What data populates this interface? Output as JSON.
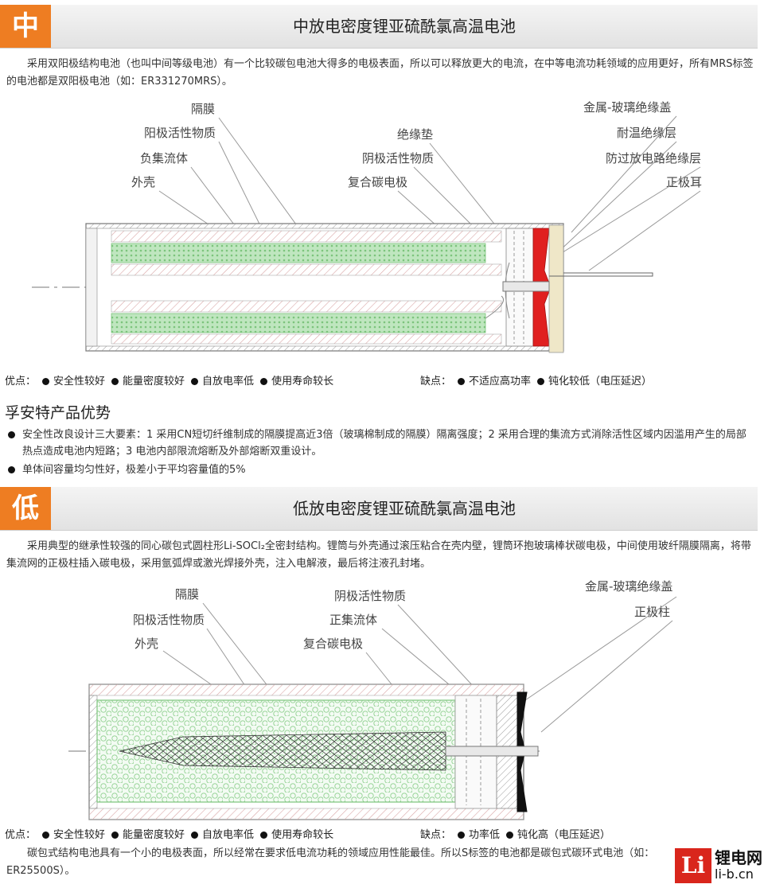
{
  "section1": {
    "badge": "中",
    "title": "中放电密度锂亚硫酰氯高温电池",
    "desc": "采用双阳极结构电池（也叫中间等级电池）有一个比较碳包电池大得多的电极表面，所以可以释放更大的电流，在中等电流功耗领域的应用更好，所有MRS标签的电池都是双阳极电池（如：ER331270MRS）。",
    "labels": {
      "separator": "隔膜",
      "anode": "阳极活性物质",
      "neg_collector": "负集流体",
      "shell": "外壳",
      "insulating_pad": "绝缘垫",
      "cathode": "阴极活性物质",
      "carbon_electrode": "复合碳电极",
      "glass_cap": "金属-玻璃绝缘盖",
      "heat_insulation": "耐温绝缘层",
      "discharge_insulation": "防过放电路绝缘层",
      "positive_tab": "正极耳"
    },
    "pros_label": "优点：",
    "pros": [
      "安全性较好",
      "能量密度较好",
      "自放电率低",
      "使用寿命较长"
    ],
    "cons_label": "缺点：",
    "cons": [
      "不适应高功率",
      "钝化较低（电压延迟）"
    ]
  },
  "advantages": {
    "title": "孚安特产品优势",
    "items": [
      "安全性改良设计三大要素：1 采用CN短切纤维制成的隔膜提高近3倍（玻璃棉制成的隔膜）隔离强度；2 采用合理的集流方式消除活性区域内因滥用产生的局部热点造成电池内短路；3 电池内部限流熔断及外部熔断双重设计。",
      "单体间容量均匀性好，极差小于平均容量值的5%"
    ]
  },
  "section2": {
    "badge": "低",
    "title": "低放电密度锂亚硫酰氯高温电池",
    "desc": "采用典型的继承性较强的同心碳包式圆柱形Li-SOCl₂全密封结构。锂筒与外壳通过滚压粘合在壳内壁，锂筒环抱玻璃棒状碳电极，中间使用玻纤隔膜隔离，将带集流网的正极柱插入碳电极，采用氩弧焊或激光焊接外壳，注入电解液，最后将注液孔封堵。",
    "labels": {
      "separator": "隔膜",
      "anode": "阳极活性物质",
      "shell": "外壳",
      "cathode": "阴极活性物质",
      "pos_collector": "正集流体",
      "carbon_electrode": "复合碳电极",
      "glass_cap": "金属-玻璃绝缘盖",
      "positive_post": "正极柱"
    },
    "pros_label": "优点：",
    "pros": [
      "安全性较好",
      "能量密度较好",
      "自放电率低",
      "使用寿命较长"
    ],
    "cons_label": "缺点：",
    "cons": [
      "功率低",
      "钝化高（电压延迟）"
    ],
    "note": "碳包式结构电池具有一个小的电极表面，所以经常在要求低电流功耗的领域应用性能最佳。所以S标签的电池都是碳包式碳环式电池（如：ER25500S）。"
  },
  "logo": {
    "mark": "Li",
    "cn": "锂电网",
    "en": "li-b.cn"
  },
  "colors": {
    "accent": "#ee7d22",
    "seal_red": "#e02020",
    "active_green": "#9ad39a",
    "logo_red": "#d9261c"
  }
}
